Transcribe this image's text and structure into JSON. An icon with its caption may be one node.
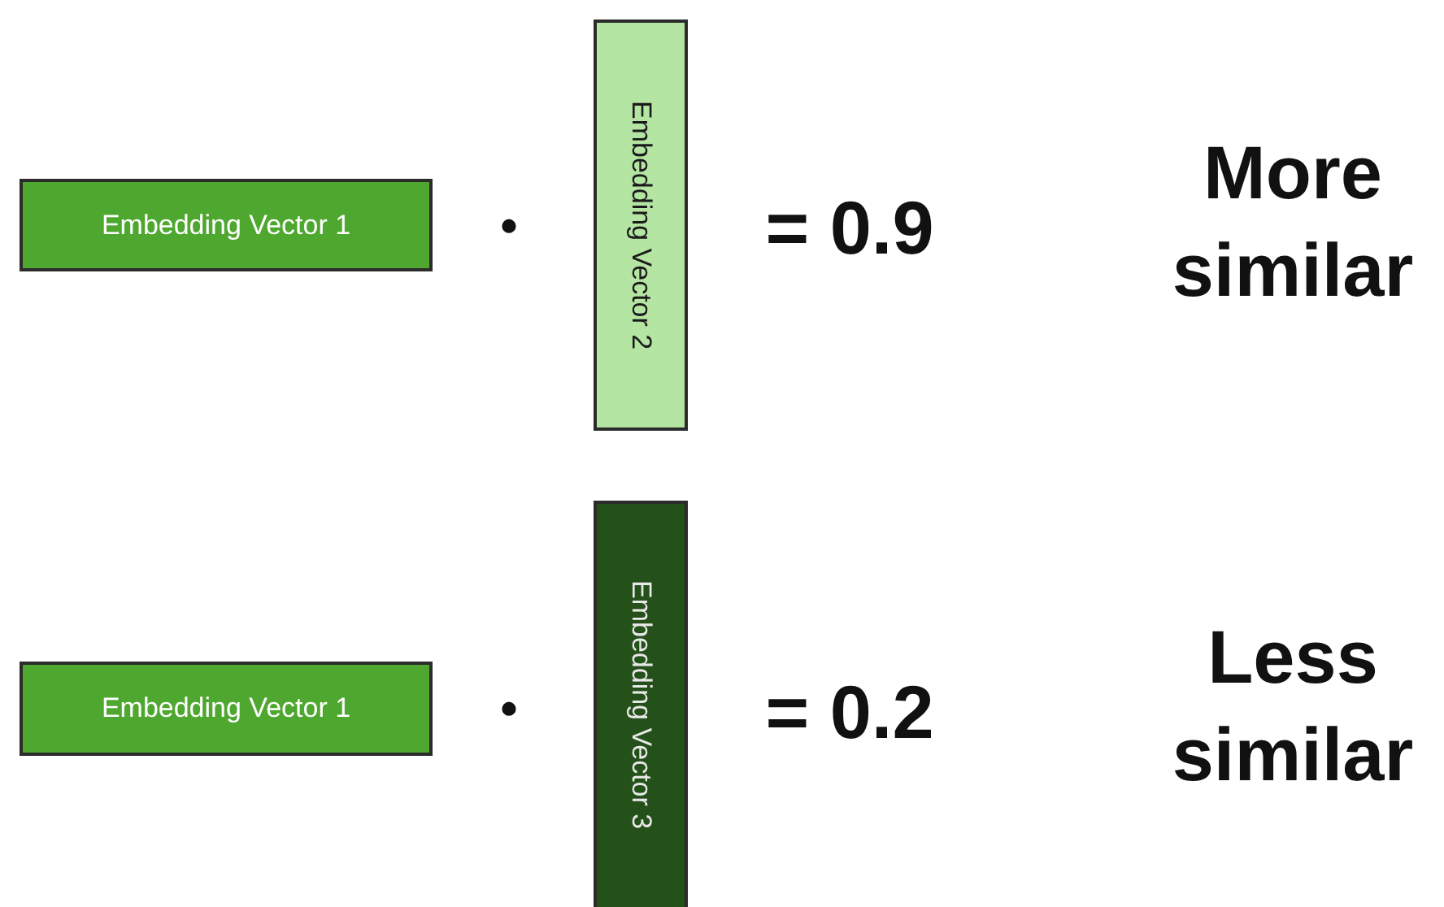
{
  "diagram": {
    "nodes": [
      {
        "text": [
          "Embedding Vector 1"
        ]
      },
      {
        "text": [
          "Embedding Vector 2"
        ]
      },
      {
        "text": [
          "Embedding Vector 1"
        ]
      },
      {
        "text": [
          "Embedding Vector 3"
        ]
      }
    ],
    "labels": [
      "•",
      "= 0.9",
      "More similar",
      "•",
      "= 0.2",
      "Less similar"
    ]
  }
}
